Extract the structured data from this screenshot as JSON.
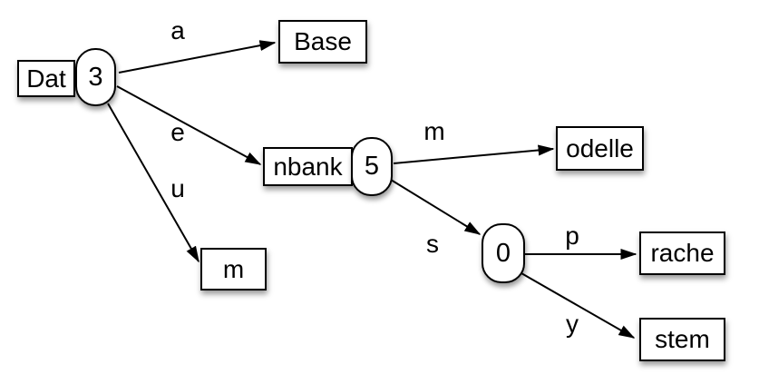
{
  "diagram": {
    "type": "patricia-trie",
    "background_color": "#ffffff",
    "stroke_color": "#000000",
    "node_fill_color": "#ffffff"
  },
  "nodes": {
    "dat": {
      "label": "Dat",
      "skip": "3"
    },
    "base": {
      "label": "Base"
    },
    "nbank": {
      "label": "nbank",
      "skip": "5"
    },
    "m": {
      "label": "m"
    },
    "odelle": {
      "label": "odelle"
    },
    "branch": {
      "skip": "0"
    },
    "rache": {
      "label": "rache"
    },
    "stem": {
      "label": "stem"
    }
  },
  "edges": {
    "a": {
      "label": "a"
    },
    "e": {
      "label": "e"
    },
    "u": {
      "label": "u"
    },
    "m": {
      "label": "m"
    },
    "s": {
      "label": "s"
    },
    "p": {
      "label": "p"
    },
    "y": {
      "label": "y"
    }
  }
}
